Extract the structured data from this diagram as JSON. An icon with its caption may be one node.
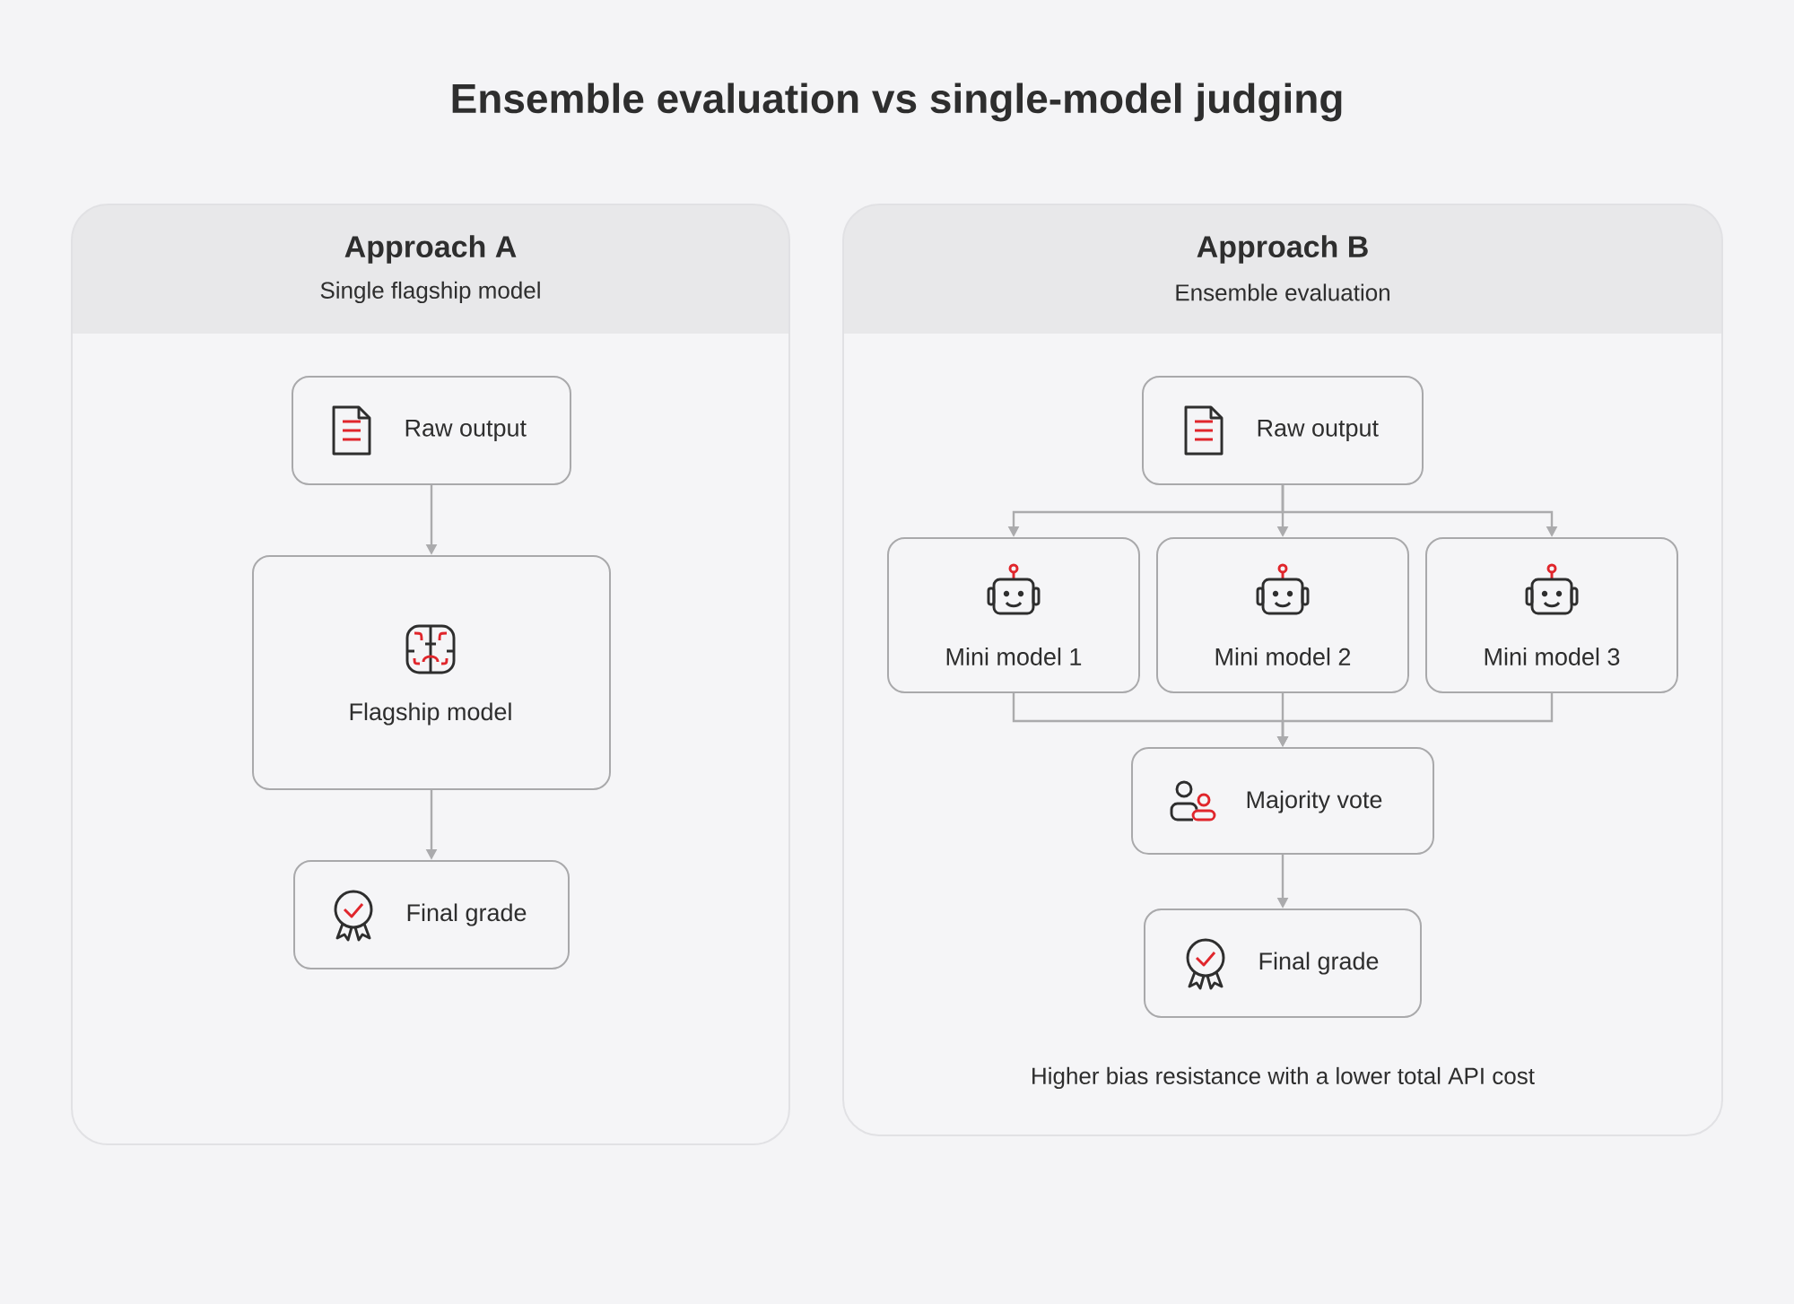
{
  "diagram": {
    "title": "Ensemble evaluation vs single-model judging",
    "nodes": [
      {
        "text": [
          "Approach A",
          "Single flagship model"
        ]
      },
      {
        "text": [
          "Raw output"
        ],
        "in": 0
      },
      {
        "text": [
          "Flagship model"
        ],
        "in": 0
      },
      {
        "text": [
          "Final grade"
        ],
        "in": 0
      },
      {
        "text": [
          "Approach B",
          "Ensemble evaluation",
          "Higher bias resistance with a lower total API cost"
        ]
      },
      {
        "text": [
          "Raw output"
        ],
        "in": 4
      },
      {
        "text": [
          "Mini model 1"
        ],
        "in": 4
      },
      {
        "text": [
          "Mini model 2"
        ],
        "in": 4
      },
      {
        "text": [
          "Mini model 3"
        ],
        "in": 4
      },
      {
        "text": [
          "Majority vote"
        ],
        "in": 4
      },
      {
        "text": [
          "Final grade"
        ],
        "in": 4
      }
    ],
    "edges": [
      {
        "from": 1,
        "to": 2,
        "arrow": "to"
      },
      {
        "from": 2,
        "to": 3,
        "arrow": "to"
      },
      {
        "from": 5,
        "to": 6,
        "arrow": "to"
      },
      {
        "from": 5,
        "to": 7,
        "arrow": "to"
      },
      {
        "from": 5,
        "to": 8,
        "arrow": "to"
      },
      {
        "from": 6,
        "to": 9,
        "arrow": "to"
      },
      {
        "from": 7,
        "to": 9,
        "arrow": "to"
      },
      {
        "from": 8,
        "to": 9,
        "arrow": "to"
      },
      {
        "from": 9,
        "to": 10,
        "arrow": "to"
      }
    ]
  }
}
